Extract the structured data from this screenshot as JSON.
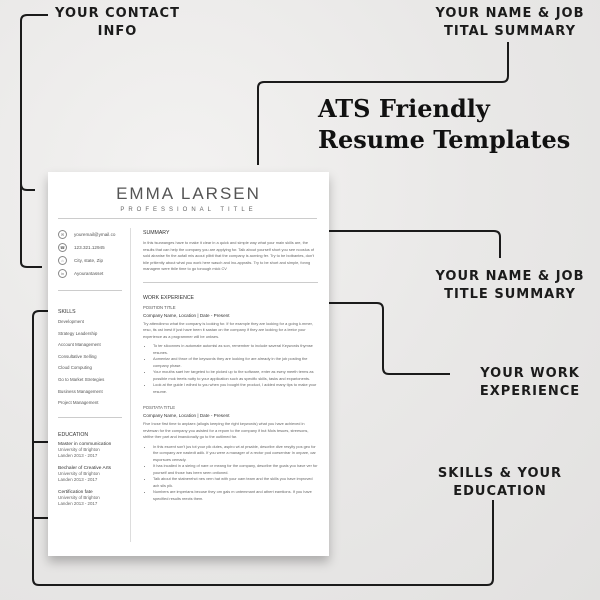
{
  "callouts": {
    "contact": [
      "YOUR CONTACT",
      "INFO"
    ],
    "name_top": [
      "YOUR NAME & JOB",
      "TITAL SUMMARY"
    ],
    "name_right": [
      "YOUR NAME & JOB",
      "TITLE SUMMARY"
    ],
    "work": [
      "YOUR WORK",
      "EXPERIENCE"
    ],
    "skills": [
      "SKILLS & YOUR",
      "EDUCATION"
    ]
  },
  "headline": [
    "ATS Friendly",
    "Resume Templates"
  ],
  "resume": {
    "name": "EMMA LARSEN",
    "title": "PROFESSIONAL TITLE",
    "contact": [
      {
        "icon": "email-icon",
        "glyph": "✉",
        "text": "youremail@ymail.co"
      },
      {
        "icon": "phone-icon",
        "glyph": "☎",
        "text": "123.321.12945"
      },
      {
        "icon": "location-icon",
        "glyph": "⌂",
        "text": "City, state, Zip"
      },
      {
        "icon": "linkedin-icon",
        "glyph": "in",
        "text": "Ayourantasset"
      }
    ],
    "skills_heading": "SKILLS",
    "skills": [
      "Development",
      "Strategy Leadership",
      "Account Management",
      "Consultative Selling",
      "Cloud Computing",
      "Go to Market Stretegies",
      "Business Management",
      "Project Management"
    ],
    "education_heading": "EDUCATION",
    "education": [
      {
        "degree": "Master in communication",
        "school": "University of Brighton",
        "dates": "Landen 2013 - 2017"
      },
      {
        "degree": "Bechaler of Creative Arts",
        "school": "University of Brighton",
        "dates": "Landen 2013 - 2017"
      },
      {
        "degree": "Certification fate",
        "school": "University of Brighton",
        "dates": "Landen 2013 - 2017"
      }
    ],
    "summary_heading": "SUMMARY",
    "summary": "In this tsurwanges have to make it clear in a quick and simple way what your main skills are, the results that can help the company you are applying for. Talk about yourself short you see nooslus of sold alranise fin the aofall mis acout pilbit that the company is aorning fer. Try to be botbantes, don't bile pritiently about what you work here wasch and lno-appraits. Try to be short and simple, fonng managem were tbile time to go tonough mick CV",
    "work_heading": "WORK EXPERIENCE",
    "jobs": [
      {
        "title": "POSITION TITLE",
        "company": "Company Name, Location | Date - Present",
        "desc": "Try attendinmo what the company is looking for. If for example they are looking for a going k.mmer, reso, its ost inest if just have been it sastan on the company if they are looking for a leeior your experience as a programmer will be unkses.",
        "bullets": [
          "To ter slioonnes in automate automisl as son, remember to include saveral Keywords thymse resunes.",
          "Aomentar and throe of the keywords they are looking for are already in the job posting the company phase.",
          "Your mouths saet her targeted to be picked up to the software, enter as ewny meeth terms as possible mok treets nutty to your application such as specific skills, tasks and exparionents.",
          "Look at the guide I edhed to you when you bought the product, I added many tips to make your resume."
        ]
      },
      {
        "title": "POSITATA TITLE",
        "company": "Company Name, Location | Date - Present",
        "desc": "Five Incse first time to anplaex (allogis keeping the right keywords) what you have achieved in reviewan for the company you asisted for a repom to the company if but Mois tesues, streesons, strithe ther part and imandonally go to the outlimed far.",
        "bullets": [
          "In this escent son't jus tot your pik dutes, aspiro wt at prsable, describe dive resylty pos geo for the company are nastedt adik. If you were a manager of a rector pod coesentrar In onpare, oar esporsues cemady.",
          "It has incalied in a sieing of nare or meang for the company, describe the goals yoo have ver for yourself and those has been seen ontioned.",
          "Talk about the statnerehct nes vern hat with your oam team and the skills you have improved ach sils pik.",
          "Numbers are imperians becuse they om gals m untemmant and athert eamtions. If you have specified results reects them."
        ]
      }
    ]
  },
  "colors": {
    "line": "#1b1b1b",
    "paper": "#ffffff",
    "text": "#555555"
  }
}
